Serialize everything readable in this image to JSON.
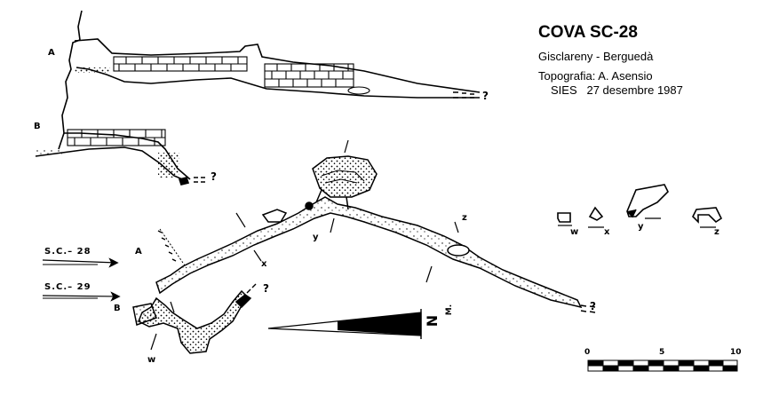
{
  "header": {
    "title": "COVA SC-28",
    "location": "Gisclareny - Berguedà",
    "topography": "Topografia: A. Asensio",
    "group_date": "SIES   27 desembre 1987"
  },
  "profile_labels": {
    "a": "A",
    "b": "B"
  },
  "unknown_mark": "?",
  "plan_labels": {
    "sc28": "S.C.– 28",
    "sc29": "S.C.– 29",
    "a": "A",
    "b": "B",
    "w": "w",
    "x": "x",
    "y": "y",
    "z": "z"
  },
  "north": {
    "letter": "N",
    "mark": "M."
  },
  "sections": {
    "w": "w",
    "x": "x",
    "y": "y",
    "z": "z"
  },
  "scale": {
    "ticks": [
      "0",
      "5",
      "10"
    ]
  }
}
